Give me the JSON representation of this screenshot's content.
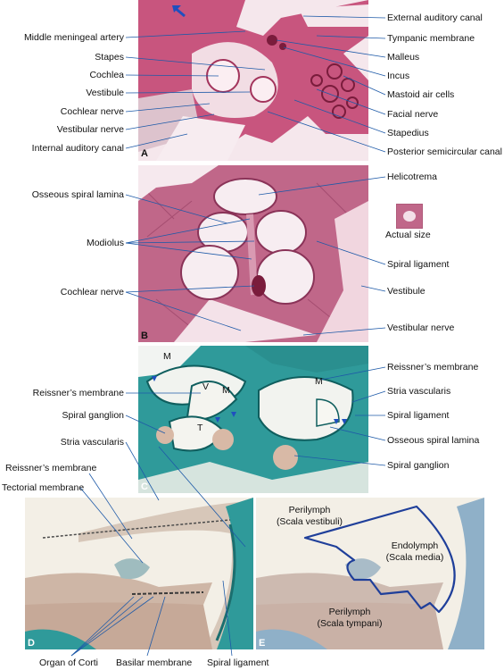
{
  "panels": {
    "a": {
      "letter": "A",
      "labels_left": [
        "Middle meningeal artery",
        "Stapes",
        "Cochlea",
        "Vestibule",
        "Cochlear nerve",
        "Vestibular nerve",
        "Internal auditory canal"
      ],
      "labels_right": [
        "External auditory canal",
        "Tympanic membrane",
        "Malleus",
        "Incus",
        "Mastoid air cells",
        "Facial nerve",
        "Stapedius",
        "Posterior semicircular canal"
      ]
    },
    "b": {
      "letter": "B",
      "labels_left": [
        "Osseous spiral lamina",
        "Modiolus",
        "Cochlear nerve"
      ],
      "labels_right": [
        "Helicotrema",
        "Spiral ligament",
        "Vestibule",
        "Vestibular nerve"
      ],
      "actual_size": "Actual size"
    },
    "c": {
      "letter": "C",
      "labels_left": [
        "Reissner’s membrane",
        "Spiral ganglion",
        "Stria vascularis"
      ],
      "labels_right": [
        "Reissner’s membrane",
        "Stria vascularis",
        "Spiral ligament",
        "Osseous spiral lamina",
        "Spiral ganglion"
      ],
      "inner": {
        "m1": "M",
        "v": "V",
        "m2": "M",
        "t": "T",
        "m3": "M"
      }
    },
    "d": {
      "letter": "D",
      "labels_left": [
        "Reissner’s membrane",
        "Tectorial membrane"
      ],
      "labels_bottom": [
        "Organ of Corti",
        "Basilar membrane",
        "Spiral ligament"
      ]
    },
    "e": {
      "letter": "E",
      "scala_vestibuli": [
        "Perilymph",
        "(Scala vestibuli)"
      ],
      "scala_media": [
        "Endolymph",
        "(Scala media)"
      ],
      "scala_tympani": [
        "Perilymph",
        "(Scala tympani)"
      ]
    }
  },
  "colors": {
    "he_pink": "#c8557e",
    "he_light": "#f1d6df",
    "trichrome_teal": "#2f9a9a",
    "outline_blue": "#1f3f9a"
  }
}
